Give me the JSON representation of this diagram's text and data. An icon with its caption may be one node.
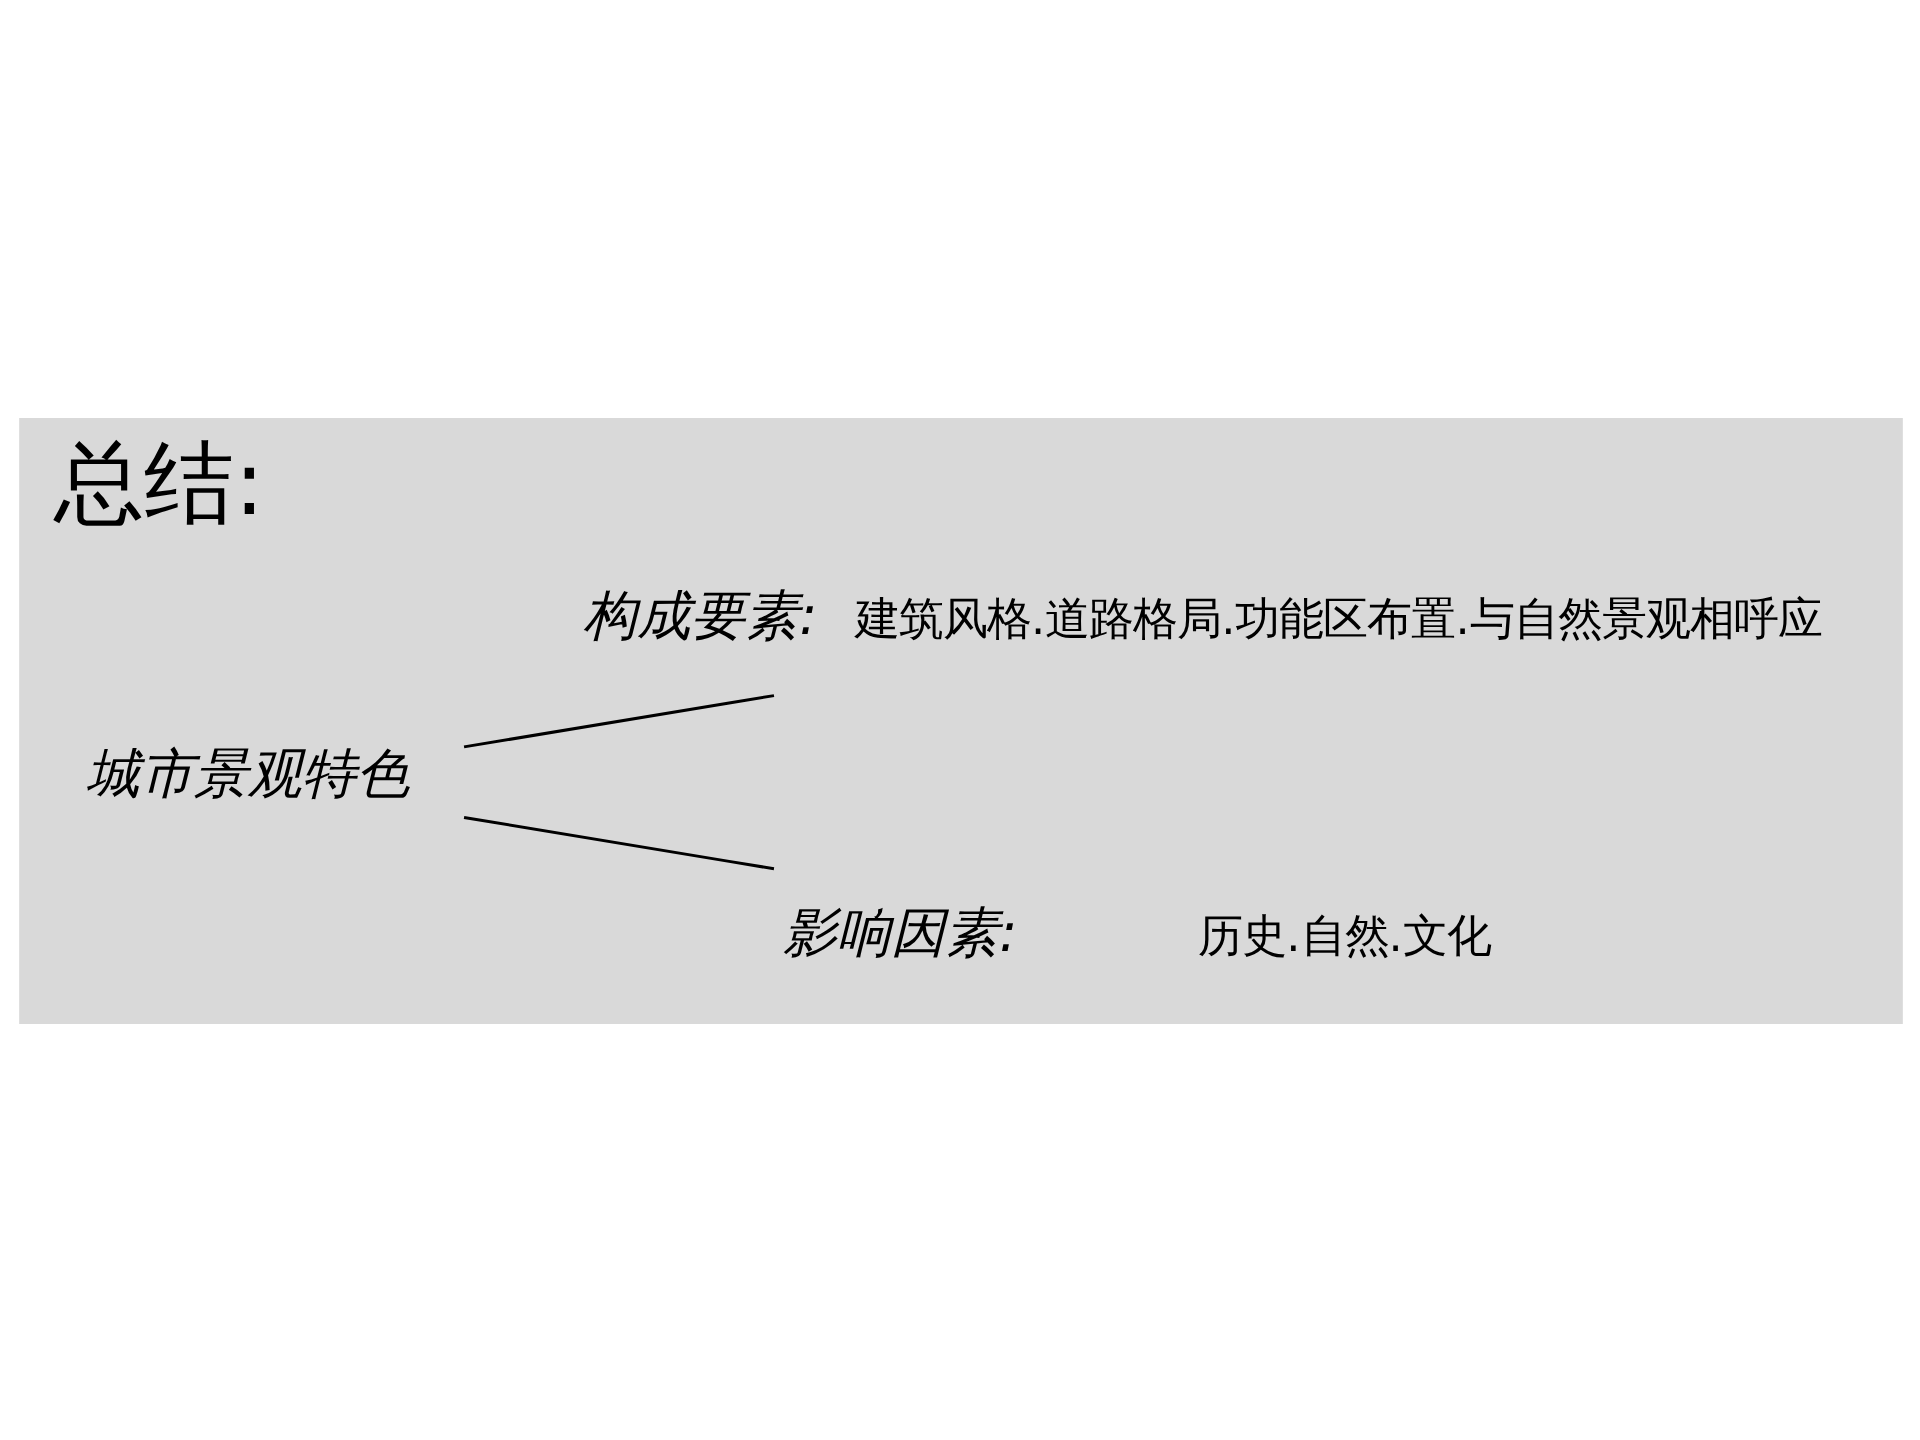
{
  "diagram": {
    "title": "总结:",
    "nodes": [
      {
        "text": [
          "城市景观特色"
        ]
      },
      {
        "text": [
          "构成要素:"
        ],
        "beside": [
          "建筑风格.道路格局.功能区布置.与自然景观相呼应"
        ]
      },
      {
        "text": [
          "影响因素:"
        ],
        "beside": [
          "历史.自然.文化"
        ]
      }
    ],
    "edges": [
      {
        "from": 0,
        "to": 1,
        "arrow": "none"
      },
      {
        "from": 0,
        "to": 2,
        "arrow": "none"
      }
    ]
  }
}
